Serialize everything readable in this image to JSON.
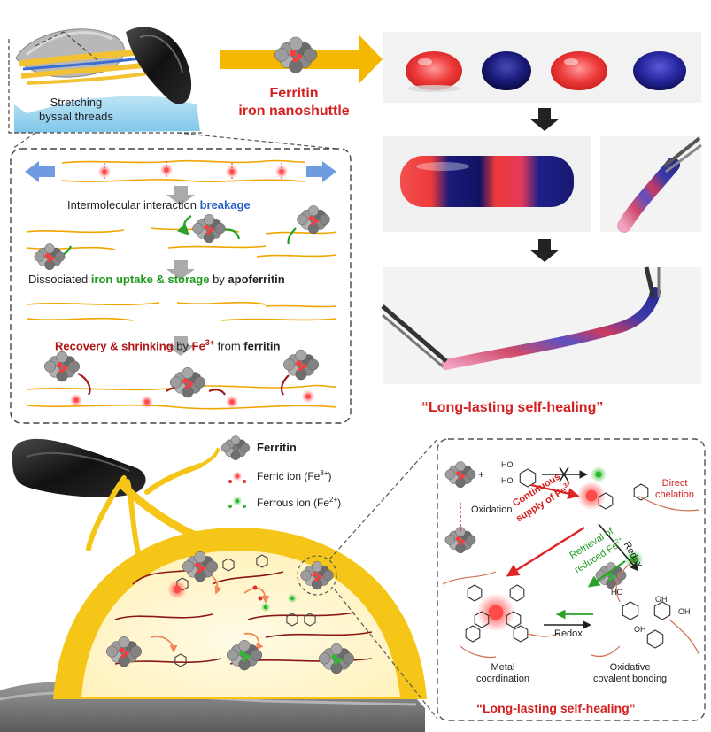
{
  "top": {
    "mussel_caption": [
      "Stretching",
      "byssal threads"
    ],
    "nanoshuttle": [
      "Ferritin",
      "iron nanoshuttle"
    ]
  },
  "mechanism": {
    "step1": [
      "Intermolecular interaction ",
      "breakage"
    ],
    "step2": [
      "Dissociated ",
      "iron uptake & storage",
      " by ",
      "apoferritin"
    ],
    "step3": [
      "Recovery & shrinking",
      " by ",
      "Fe",
      "3+",
      " from ",
      "ferritin"
    ]
  },
  "photos": {
    "caption": "“Long-lasting self-healing”"
  },
  "legend": {
    "items": [
      {
        "label": "Ferritin"
      },
      {
        "label": "Ferric ion (Fe",
        "sup": "3+",
        "end": ")"
      },
      {
        "label": "Ferrous ion (Fe",
        "sup": "2+",
        "end": ")"
      }
    ]
  },
  "chemistry": {
    "oxidation": "Oxidation",
    "supply": [
      "Continuous",
      "supply of Fe",
      "3+"
    ],
    "retrieval": [
      "Retrieval of",
      "reduced Fe",
      "2+"
    ],
    "direct": [
      "Direct",
      "chelation"
    ],
    "redox_top": "Redox",
    "redox_bottom": "Redox",
    "metal": [
      "Metal",
      "coordination"
    ],
    "oxidative": [
      "Oxidative",
      "covalent bonding"
    ],
    "caption": "“Long-lasting self-healing”",
    "ho": "HO",
    "oh": "OH"
  },
  "colors": {
    "yellow": "#f5b800",
    "red": "#d42020",
    "blue": "#3a6fd0",
    "green": "#2a9a2a",
    "darkred": "#b01515",
    "gray": "#8a8a8a"
  }
}
